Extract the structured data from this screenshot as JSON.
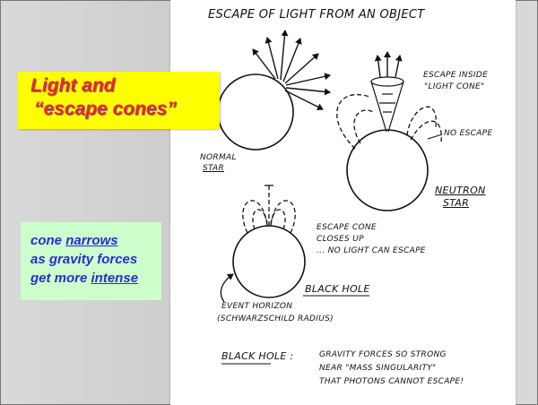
{
  "callout": {
    "line1": "Light and",
    "line2": "“escape cones”"
  },
  "note": {
    "line1_pre": "cone ",
    "line1_u": "narrows",
    "line2": "as gravity forces",
    "line3_pre": "get more ",
    "line3_u": "intense"
  },
  "sketch": {
    "title": "ESCAPE OF LIGHT FROM AN OBJECT",
    "normal_star_1": "NORMAL",
    "normal_star_2": "STAR",
    "escape_inside_1": "ESCAPE INSIDE",
    "escape_inside_2": "\"LIGHT CONE\"",
    "no_escape": "NO ESCAPE",
    "neutron_1": "NEUTRON",
    "neutron_2": "STAR",
    "escape_cone_1": "ESCAPE CONE",
    "escape_cone_2": "CLOSES UP",
    "escape_cone_3": "... NO LIGHT CAN ESCAPE",
    "black_hole": "BLACK HOLE",
    "event_horizon_1": "EVENT HORIZON",
    "event_horizon_2": "(SCHWARZSCHILD RADIUS)",
    "bh_label": "BLACK HOLE :",
    "bh_text_1": "GRAVITY FORCES SO STRONG",
    "bh_text_2": "NEAR \"MASS SINGULARITY\"",
    "bh_text_3": "THAT PHOTONS CANNOT ESCAPE!"
  }
}
